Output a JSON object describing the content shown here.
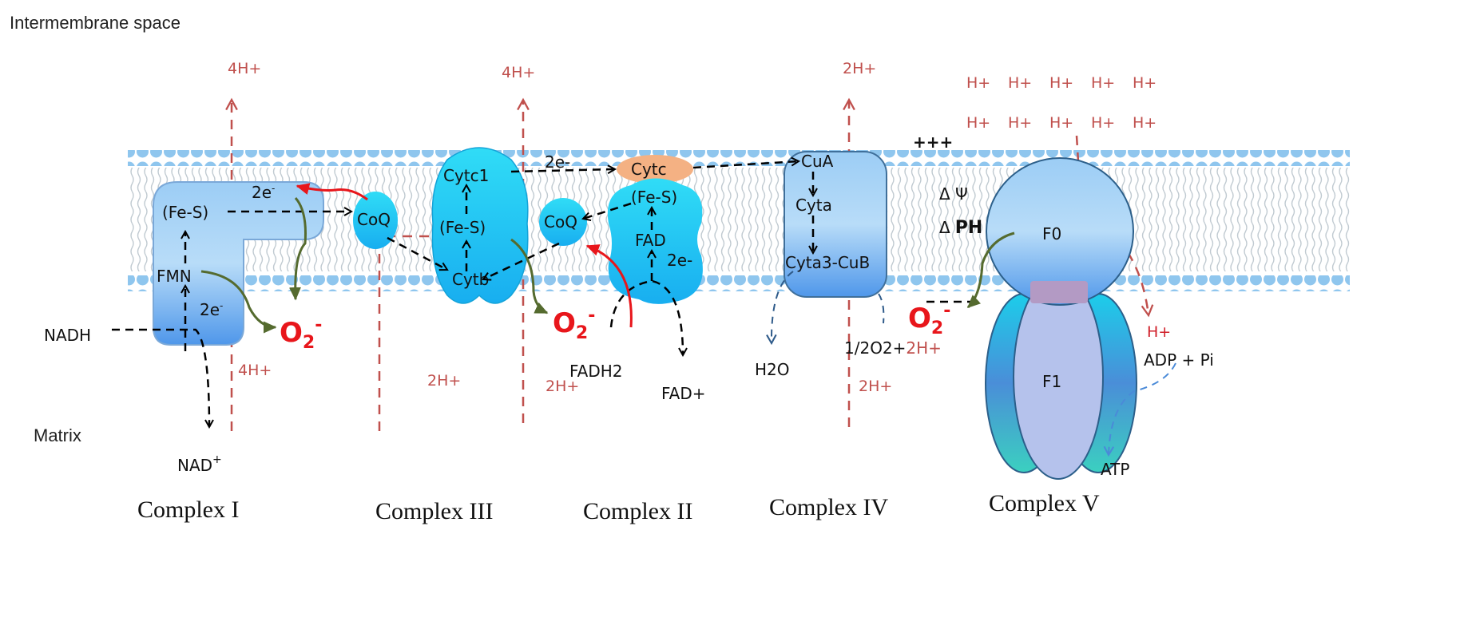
{
  "regions": {
    "top": "Intermembrane space",
    "bottom": "Matrix"
  },
  "complexes": {
    "c1": {
      "name": "Complex I",
      "fes": "(Fe-S)",
      "e_top": "2e",
      "fmn": "FMN",
      "e_bottom": "2e",
      "nadh": "NADH",
      "nad": "NAD",
      "nad_sup": "+",
      "h_up": "4H+",
      "h_down": "4H+"
    },
    "coq1": "CoQ",
    "c3": {
      "name": "Complex III",
      "cytc1": "Cytc1",
      "fes": "(Fe-S)",
      "cytb": "Cytb",
      "e": "2e-",
      "h_up": "4H+",
      "h_down_left": "2H+",
      "h_down_right": "2H+"
    },
    "cytc": "Cytc",
    "coq2": "CoQ",
    "c2": {
      "name": "Complex II",
      "fes": "(Fe-S)",
      "fad": "FAD",
      "e": "2e-",
      "fadh2": "FADH2",
      "fad_plus": "FAD+"
    },
    "c4": {
      "name": "Complex IV",
      "cua": "CuA",
      "cyta": "Cyta",
      "cyta3": "Cyta3-CuB",
      "h2o": "H2O",
      "o2_prefix": "1/2O2+",
      "o2_h": "2H+",
      "h_up": "2H+",
      "h_down": "2H+"
    },
    "c5": {
      "name": "Complex V",
      "f0": "F0",
      "f1": "F1",
      "h_out": "H+",
      "adp": "ADP + Pi",
      "atp": "ATP",
      "h_row1": [
        "H+",
        "H+",
        "H+",
        "H+",
        "H+"
      ],
      "h_row2": [
        "H+",
        "H+",
        "H+",
        "H+",
        "H+"
      ]
    }
  },
  "gradient": {
    "charge": "+++",
    "psi": "Δ Ψ",
    "ph_delta": "Δ",
    "ph": "PH"
  },
  "superoxide": {
    "base": "O",
    "sub": "2",
    "sup": "-"
  },
  "colors": {
    "proton": "#c0504d",
    "superoxide": "#e8161b",
    "ros_arrow": "#556b2f",
    "cyan": "#1ad0f0",
    "blue": "#6fb4f0",
    "orange": "#f4b183"
  }
}
